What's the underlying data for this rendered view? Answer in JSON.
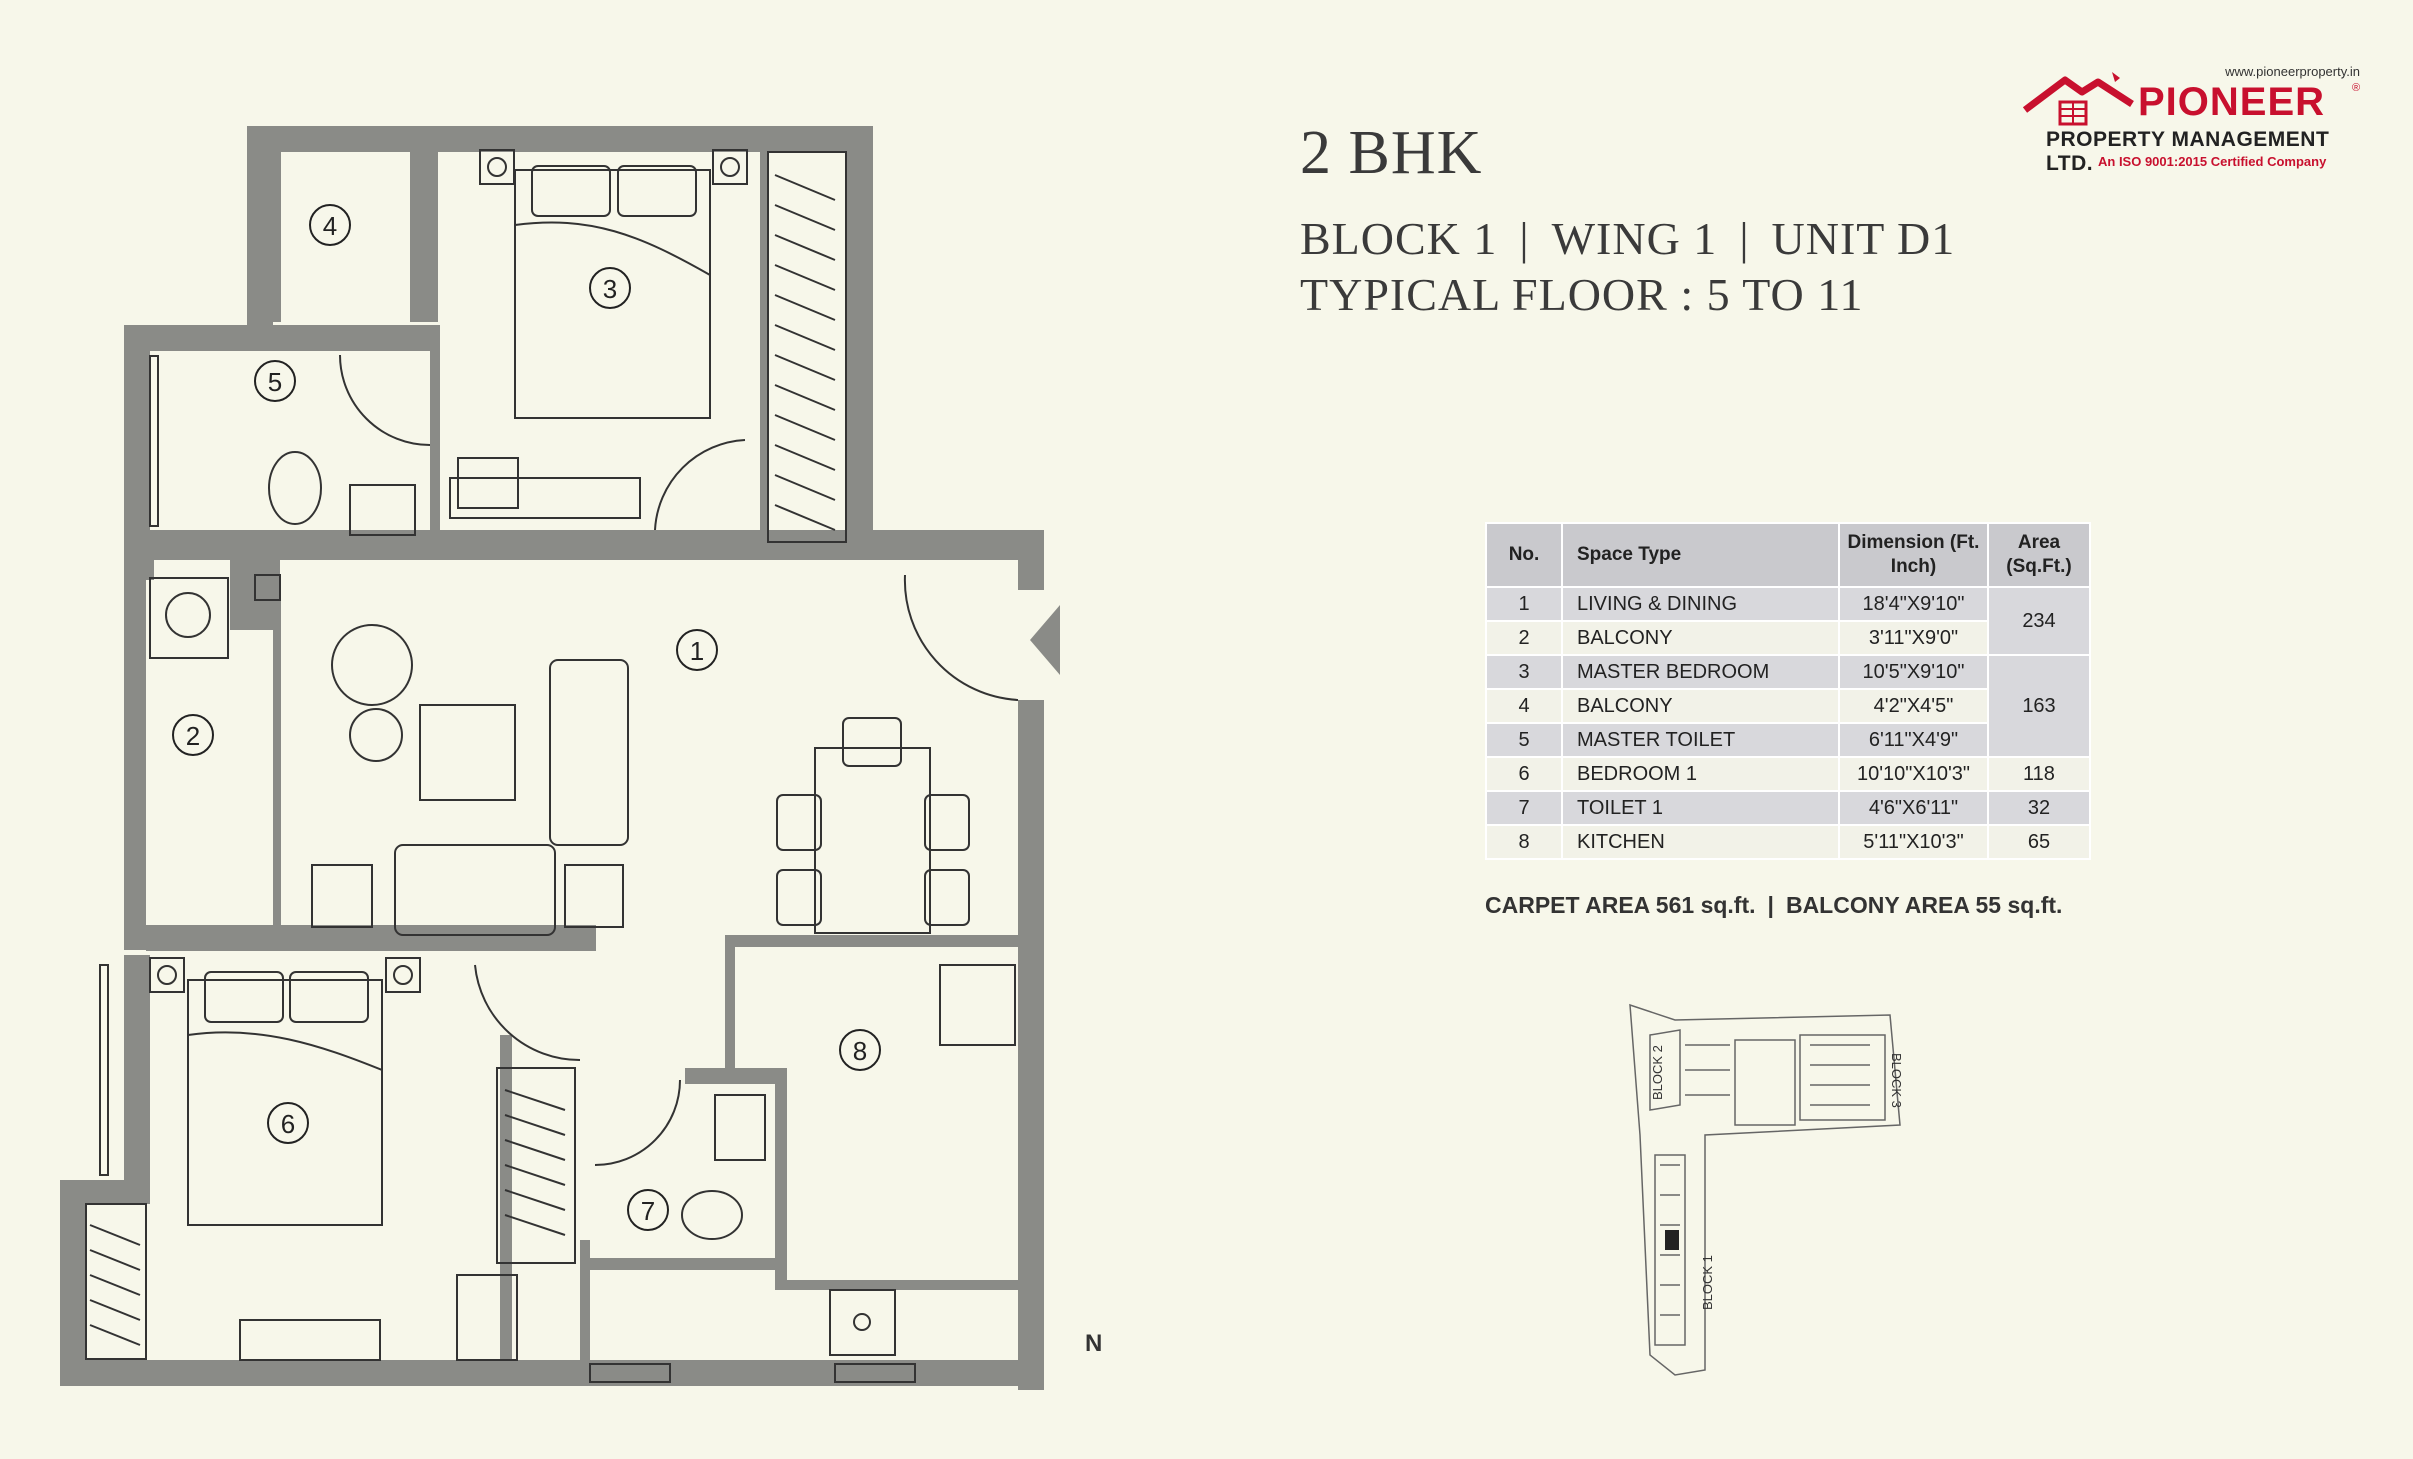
{
  "title": {
    "config": "2 BHK",
    "block": "BLOCK 1",
    "wing": "WING 1",
    "unit": "UNIT D1",
    "floor": "TYPICAL FLOOR : 5 TO 11",
    "separator": "|"
  },
  "logo": {
    "url": "www.pioneerproperty.in",
    "name": "PIONEER",
    "registered": "®",
    "company": "PROPERTY MANAGEMENT LTD.",
    "tagline": "An ISO 9001:2015 Certified Company",
    "brand_color": "#c8102e"
  },
  "plan": {
    "room_numbers": [
      "1",
      "2",
      "3",
      "4",
      "5",
      "6",
      "7",
      "8"
    ],
    "north_label": "N"
  },
  "table": {
    "headers": {
      "no": "No.",
      "space": "Space Type",
      "dimension": "Dimension (Ft. Inch)",
      "area": "Area (Sq.Ft.)"
    },
    "rows": [
      {
        "no": "1",
        "space": "LIVING & DINING",
        "dimension": "18'4\"X9'10\""
      },
      {
        "no": "2",
        "space": "BALCONY",
        "dimension": "3'11\"X9'0\""
      },
      {
        "no": "3",
        "space": "MASTER BEDROOM",
        "dimension": "10'5\"X9'10\""
      },
      {
        "no": "4",
        "space": "BALCONY",
        "dimension": "4'2\"X4'5\""
      },
      {
        "no": "5",
        "space": "MASTER TOILET",
        "dimension": "6'11\"X4'9\""
      },
      {
        "no": "6",
        "space": "BEDROOM 1",
        "dimension": "10'10\"X10'3\""
      },
      {
        "no": "7",
        "space": "TOILET 1",
        "dimension": "4'6\"X6'11\""
      },
      {
        "no": "8",
        "space": "KITCHEN",
        "dimension": "5'11\"X10'3\""
      }
    ],
    "areas": {
      "living_group": "234",
      "master_group": "163",
      "bedroom1": "118",
      "toilet1": "32",
      "kitchen": "65"
    }
  },
  "summary": {
    "carpet": "CARPET AREA 561 sq.ft.",
    "separator": "|",
    "balcony": "BALCONY AREA 55 sq.ft."
  },
  "keyplan": {
    "block1": "BLOCK 1",
    "block2": "BLOCK 2",
    "block3": "BLOCK 3"
  },
  "colors": {
    "wall": "#8a8b87",
    "background": "#f7f7ea",
    "line": "#333333"
  }
}
